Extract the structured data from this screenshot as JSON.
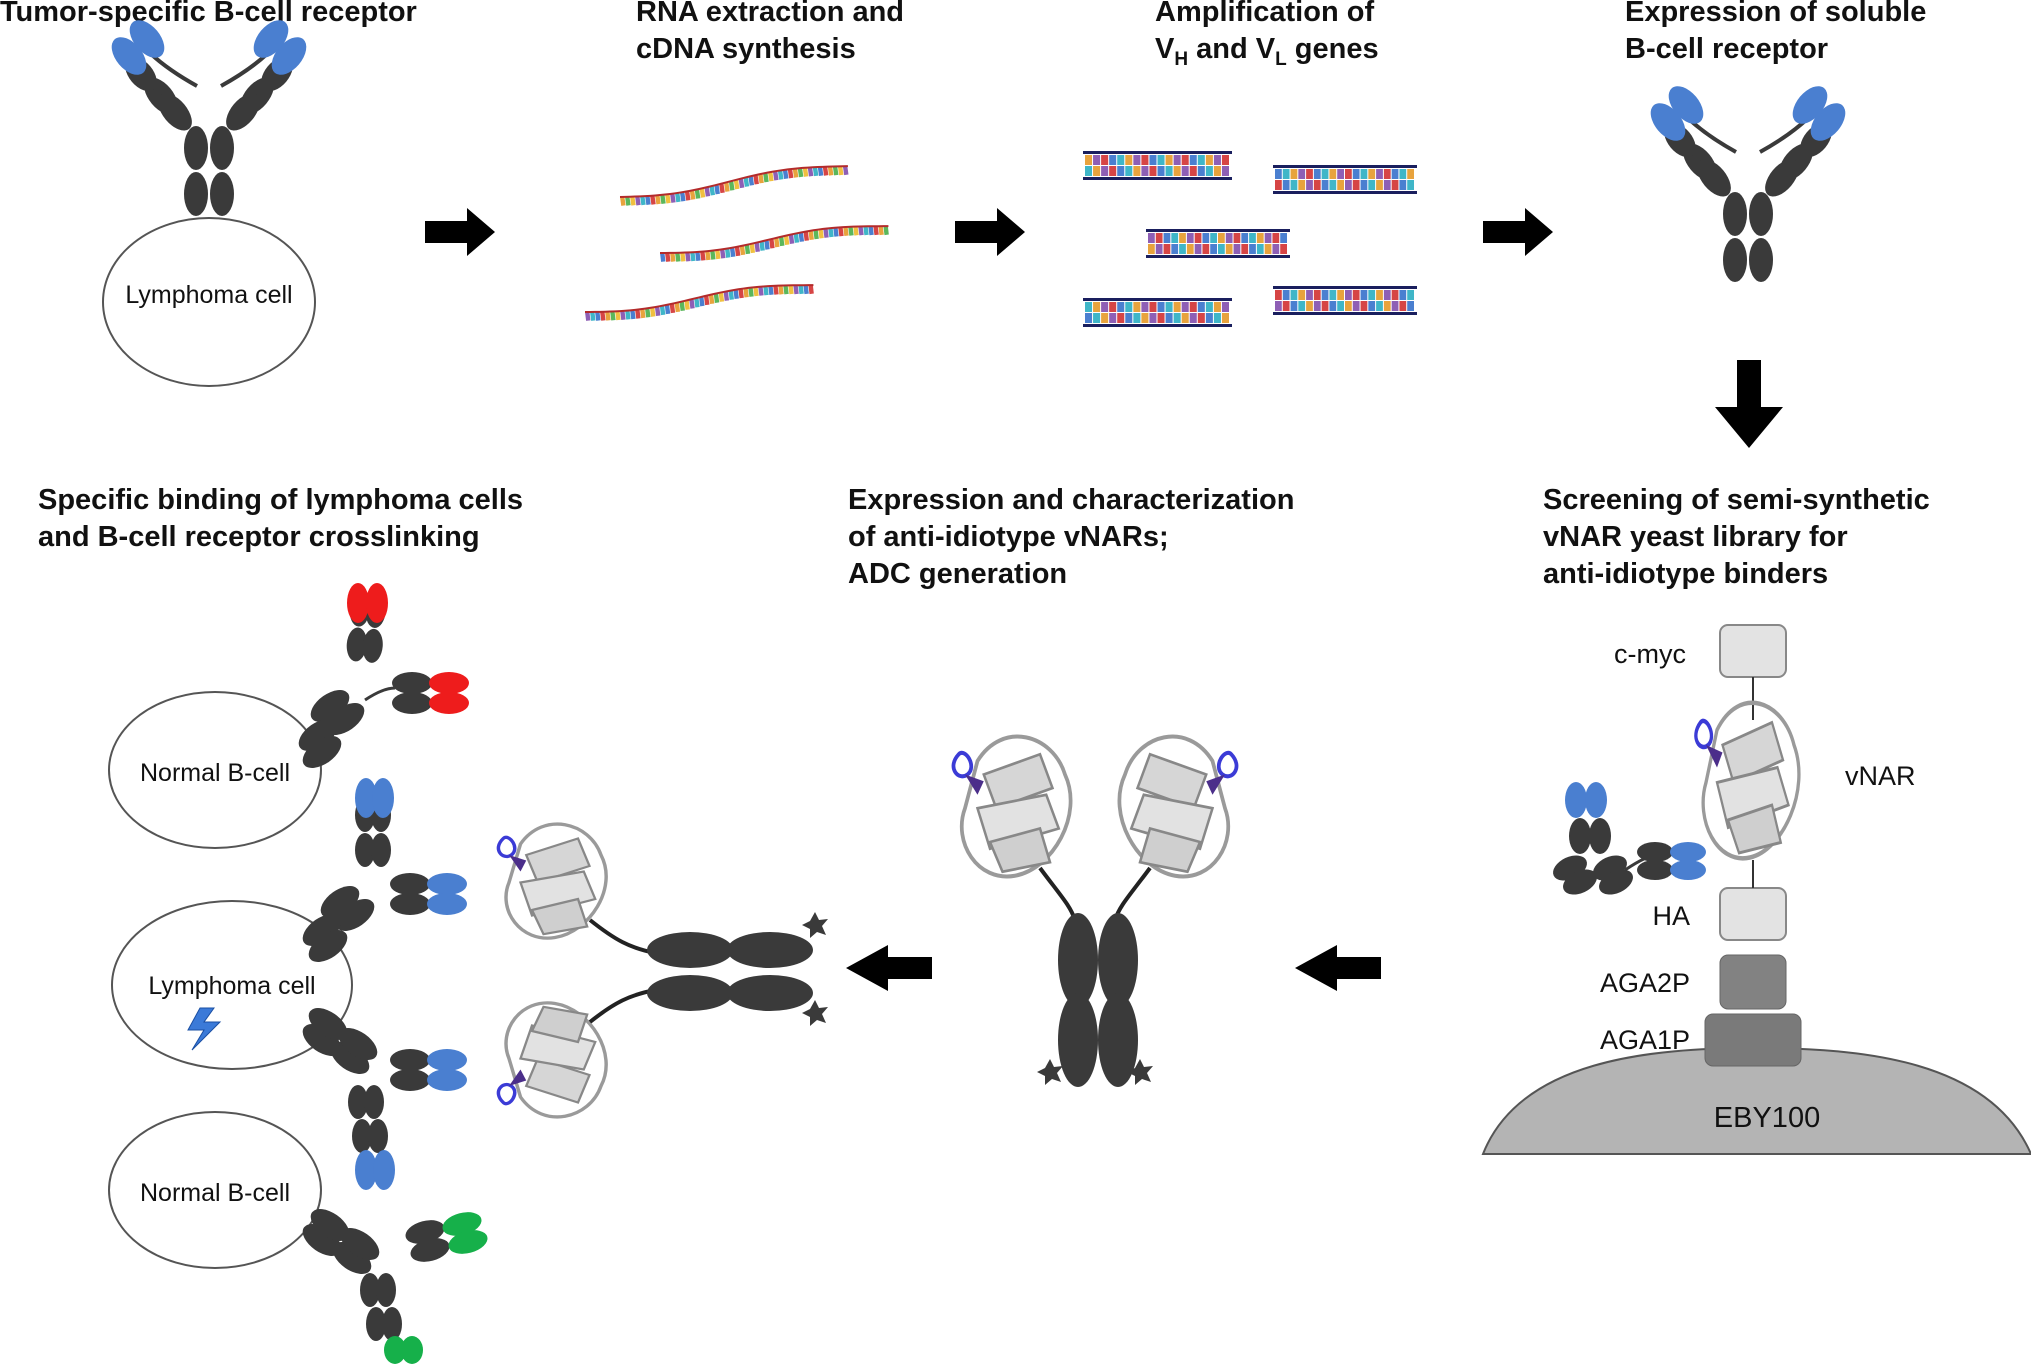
{
  "steps": {
    "s1": {
      "title": "Tumor-specific B-cell receptor",
      "cell": "Lymphoma cell"
    },
    "s2": {
      "line1": "RNA extraction and",
      "line2": "cDNA synthesis"
    },
    "s3": {
      "line1_pre": "Amplification of",
      "v1": "V",
      "v1_sub": "H",
      "and": " and ",
      "v2": "V",
      "v2_sub": "L",
      "genes": " genes"
    },
    "s4": {
      "line1": "Expression of soluble",
      "line2": "B-cell receptor"
    },
    "s5": {
      "line1": "Screening of semi-synthetic",
      "line2": "vNAR yeast library for",
      "line3": "anti-idiotype binders"
    },
    "s6": {
      "line1": "Expression and characterization",
      "line2": "of anti-idiotype vNARs;",
      "line3": "ADC generation"
    },
    "s7": {
      "line1": "Specific binding of lymphoma cells",
      "line2": "and B-cell receptor crosslinking"
    }
  },
  "yeast": {
    "cmyc": "c-myc",
    "vnar": "vNAR",
    "ha": "HA",
    "aga2p": "AGA2P",
    "aga1p": "AGA1P",
    "cell": "EBY100"
  },
  "cells": {
    "normal1": "Normal B-cell",
    "lymphoma": "Lymphoma cell",
    "normal2": "Normal B-cell"
  },
  "colors": {
    "antibody": "#3a3a3a",
    "blue": "#4a7fd0",
    "red": "#ee1c1c",
    "green": "#16b04a",
    "yeast": "#b4b4b4",
    "arrow": "#000000"
  }
}
